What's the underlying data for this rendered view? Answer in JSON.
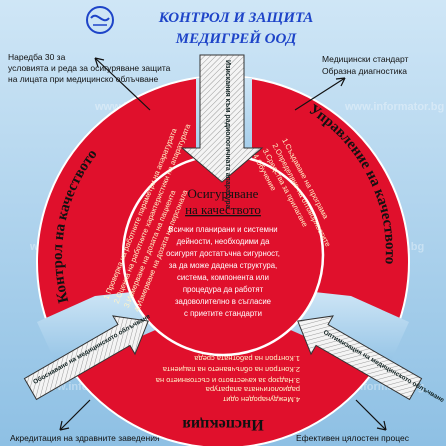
{
  "header": {
    "title": "КОНТРОЛ И ЗАЩИТА",
    "subtitle": "МЕДИГРЕЙ ООД"
  },
  "corners": {
    "top_left": [
      "Наредба 30 за",
      "условията и реда за осигуряване защита",
      "на лицата при медицинско облъчване"
    ],
    "top_right": [
      "Медицински стандарт",
      "Образна диагностика"
    ],
    "bottom_left": "Акредитация на здравните заведения",
    "bottom_right": "Ефективен цялостен процес"
  },
  "center": {
    "title_line1": "Осигуряване",
    "title_line2": "на качеството",
    "body": [
      "Всички планирани и системни",
      "дейности, необходими да",
      "осигурят достатъчна сигурност,",
      "за да може дадена структура,",
      "система, компонента или",
      "процедура да работят",
      "задоволително в съгласие",
      "с приетите стандарти"
    ]
  },
  "segments": {
    "left": {
      "title": "Контрол на качеството",
      "items": [
        "1.Проверка на работните параметри на апаратурата",
        "2.Оценка на работните характеристики на апаратурата",
        "3.Измерване на дозата на пациента",
        "4.Измерване на дозата на персонала"
      ]
    },
    "right": {
      "title": "Управление на качеството",
      "items": [
        "1.Създаване на програма",
        "2.Определяне на отговорностите",
        "3.Средства за прилагане",
        "4.Обучение"
      ]
    },
    "bottom": {
      "title": "Инспекция",
      "items": [
        "1.Контрол на работната среда",
        "2.Контрол на облъчването на пациента",
        "3.Надзор за качеството и състоянието на",
        "радиологичната апаратура",
        "4.Международен одит"
      ]
    }
  },
  "arrows": {
    "top": "Изискания към радиологичната апаратура",
    "left": "Обоснаване на медицинското облъчване",
    "right": "Оптимизация на медицинското облъчване"
  },
  "watermark": "www.informator.bg",
  "colors": {
    "background": "#9ec8e6",
    "segment": "#e0102c",
    "segment_border": "#ffffff",
    "header_blue": "#1e44c8",
    "arrow_fill": "#f2f2f2"
  }
}
